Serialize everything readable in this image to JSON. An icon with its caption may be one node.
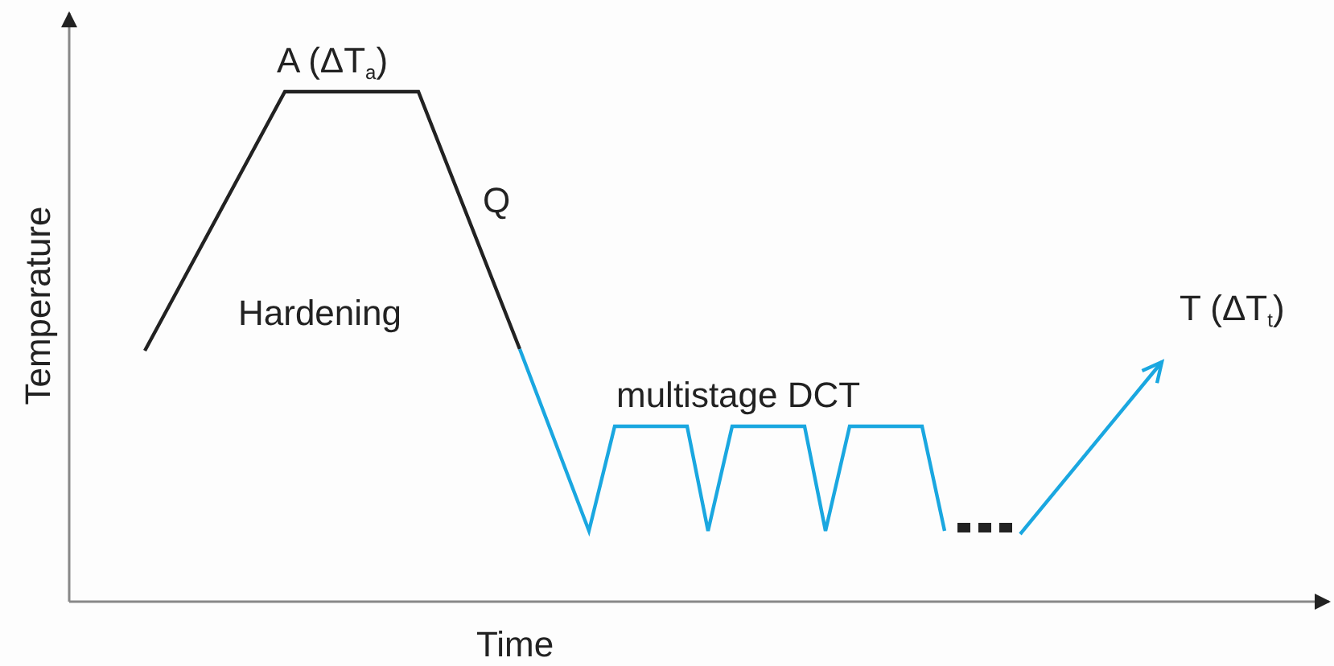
{
  "diagram": {
    "labels": [
      "A (ΔT$_{a}$)",
      "Q",
      "Hardening",
      "multistage DCT",
      "T (ΔT$_{t}$)",
      "Temperature",
      "Time"
    ]
  }
}
